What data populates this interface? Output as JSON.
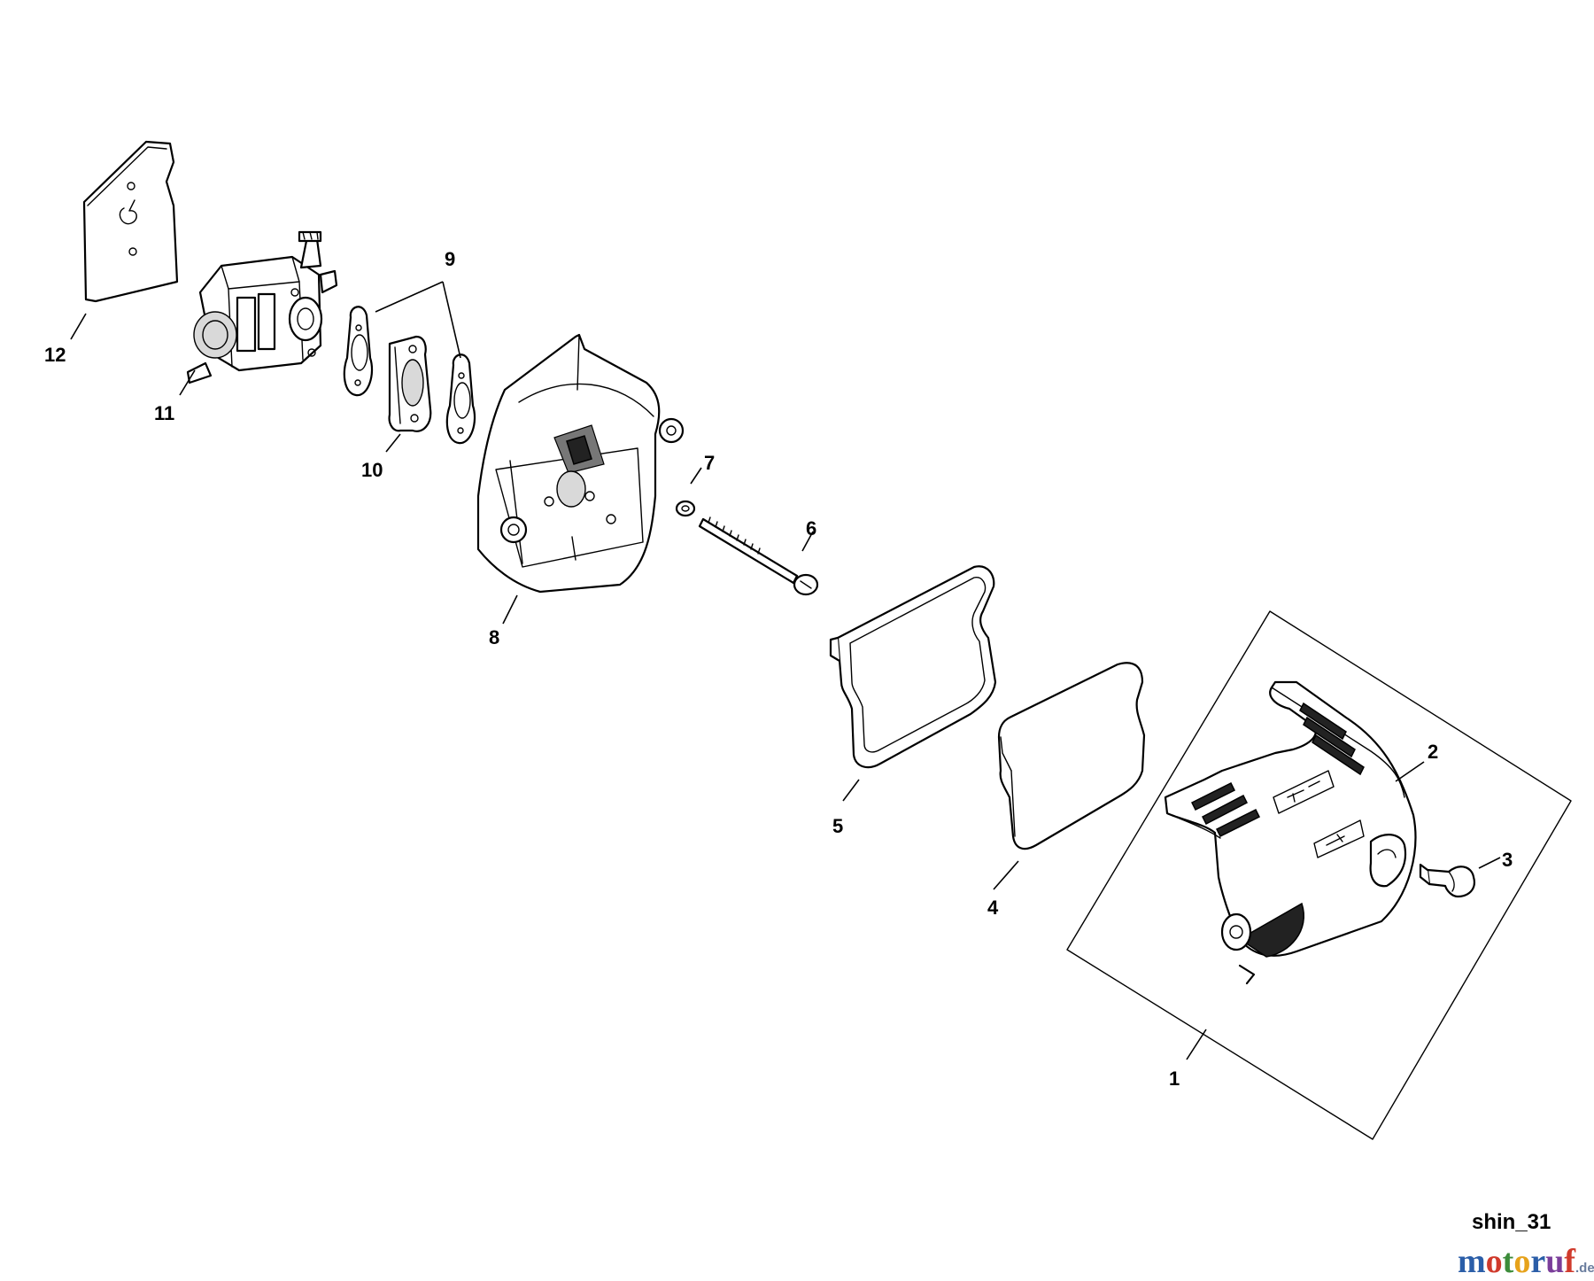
{
  "diagram": {
    "callouts": [
      {
        "id": "1",
        "text": "1"
      },
      {
        "id": "2",
        "text": "2"
      },
      {
        "id": "3",
        "text": "3"
      },
      {
        "id": "4",
        "text": "4"
      },
      {
        "id": "5",
        "text": "5"
      },
      {
        "id": "6",
        "text": "6"
      },
      {
        "id": "7",
        "text": "7"
      },
      {
        "id": "8",
        "text": "8"
      },
      {
        "id": "9",
        "text": "9"
      },
      {
        "id": "10",
        "text": "10"
      },
      {
        "id": "11",
        "text": "11"
      },
      {
        "id": "12",
        "text": "12"
      }
    ],
    "diagram_id": "shin_31"
  },
  "watermark": {
    "letters": [
      "m",
      "o",
      "t",
      "o",
      "r",
      "u",
      "f"
    ],
    "suffix": ".de",
    "colors": [
      "#2b5ea8",
      "#d03a2c",
      "#3c8c3a",
      "#e6a21b",
      "#2b5ea8",
      "#7a3d9a",
      "#d03a2c"
    ]
  }
}
